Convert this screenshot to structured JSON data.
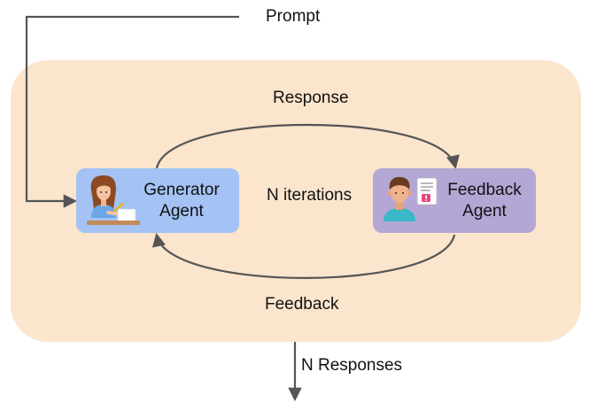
{
  "labels": {
    "prompt": "Prompt",
    "response": "Response",
    "iterations": "N iterations",
    "feedback": "Feedback",
    "n_responses": "N Responses"
  },
  "generator": {
    "line1": "Generator",
    "line2": "Agent",
    "icon": "person-writing-icon"
  },
  "feedback_agent": {
    "line1": "Feedback",
    "line2": "Agent",
    "icon": "person-with-report-icon"
  },
  "colors": {
    "loop_background": "#fce5cd",
    "generator_box": "#a4c2f4",
    "feedback_box": "#b4a7d6",
    "arrow": "#555555"
  }
}
